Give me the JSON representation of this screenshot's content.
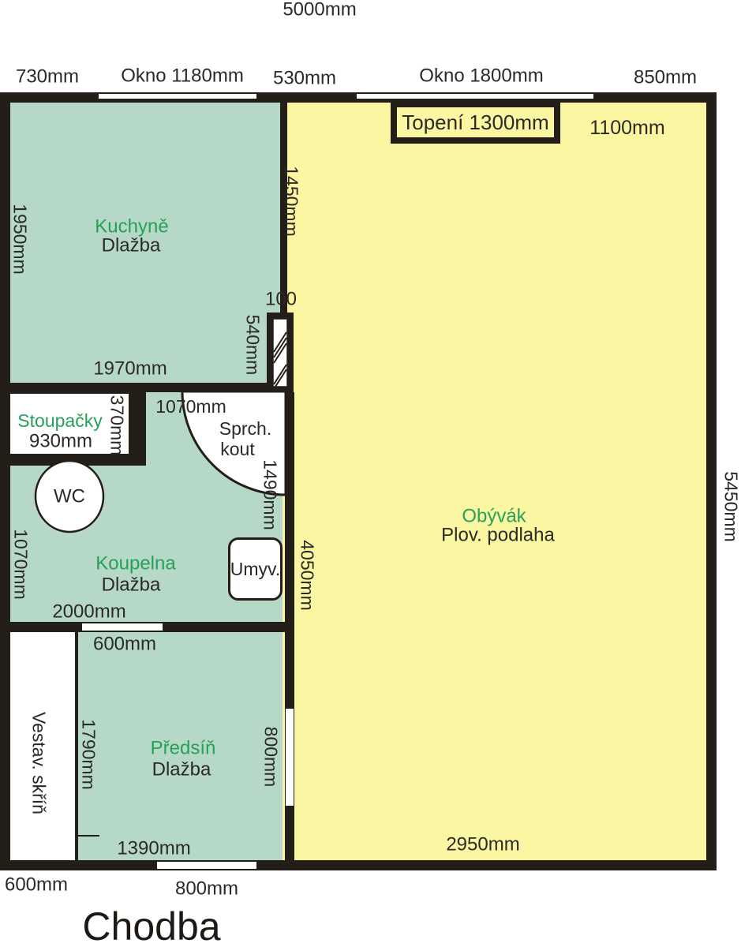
{
  "colors": {
    "floor_green": "#b5d9c6",
    "floor_yellow": "#faf6a2",
    "wall": "#241e18",
    "room_name_green": "#28a05a",
    "text": "#2d2a26"
  },
  "overall": {
    "width_label": "5000mm",
    "height_label": "5450mm",
    "hallway_label": "Chodba"
  },
  "top_edge": {
    "seg_730": "730mm",
    "window1": "Okno 1180mm",
    "seg_530": "530mm",
    "window2": "Okno 1800mm",
    "seg_850": "850mm"
  },
  "radiator": {
    "label": "Topení 1300mm",
    "offset_label": "1100mm"
  },
  "rooms": {
    "kuchyne": {
      "name": "Kuchyně",
      "floor": "Dlažba",
      "dims": {
        "height": "1950mm",
        "width": "1970mm",
        "door_wall": "1450mm",
        "door_width": "540mm",
        "door_gap": "100"
      }
    },
    "obyvak": {
      "name": "Obývák",
      "floor": "Plov. podlaha",
      "dims": {
        "height": "4050mm",
        "width": "2950mm"
      }
    },
    "koupelna": {
      "name": "Koupelna",
      "floor": "Dlažba",
      "dims": {
        "left_height": "1070mm",
        "width": "2000mm",
        "shower_top": "1070mm",
        "shower_side": "1490mm"
      }
    },
    "stoupacky": {
      "name": "Stoupačky",
      "dims": {
        "width": "930mm",
        "depth": "370mm"
      }
    },
    "sprchovy_kout": {
      "line1": "Sprch.",
      "line2": "kout"
    },
    "wc": {
      "label": "WC"
    },
    "umyvadlo": {
      "label": "Umyv."
    },
    "predsin": {
      "name": "Předsíň",
      "floor": "Dlažba",
      "dims": {
        "top_door": "600mm",
        "height": "1790mm",
        "door_right": "800mm",
        "width": "1390mm"
      }
    },
    "vestavena_skrin": {
      "label": "Vestav. skříň"
    }
  },
  "bottom_edge": {
    "seg_600": "600mm",
    "door_800": "800mm"
  }
}
